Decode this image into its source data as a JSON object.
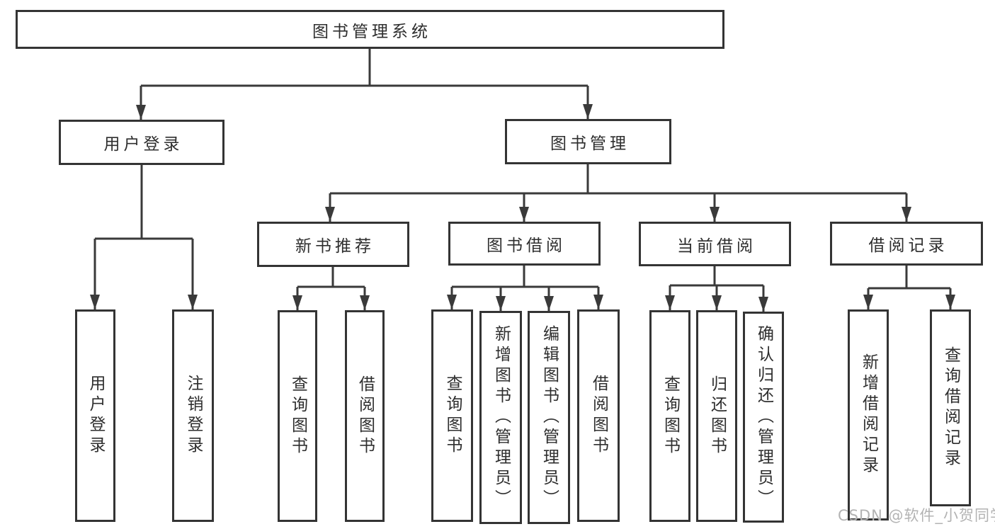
{
  "colors": {
    "background": "#ffffff",
    "line": "#3a3a3a",
    "box_border": "#343434",
    "text": "#2e2e2e",
    "watermark": "#b3b3b3"
  },
  "watermark": {
    "text": "CSDN @软件_小贺同学"
  },
  "tree": {
    "root": {
      "label": "图书管理系统"
    },
    "branches": [
      {
        "label": "用户登录",
        "children": [
          {
            "label": "用户登录"
          },
          {
            "label": "注销登录"
          }
        ]
      },
      {
        "label": "图书管理",
        "children": [
          {
            "label": "新书推荐",
            "children": [
              {
                "label": "查询图书"
              },
              {
                "label": "借阅图书"
              }
            ]
          },
          {
            "label": "图书借阅",
            "children": [
              {
                "label": "查询图书"
              },
              {
                "label": "新增图书（管理员）"
              },
              {
                "label": "编辑图书（管理员）"
              },
              {
                "label": "借阅图书"
              }
            ]
          },
          {
            "label": "当前借阅",
            "children": [
              {
                "label": "查询图书"
              },
              {
                "label": "归还图书"
              },
              {
                "label": "确认归还（管理员）"
              }
            ]
          },
          {
            "label": "借阅记录",
            "children": [
              {
                "label": "新增借阅记录"
              },
              {
                "label": "查询借阅记录"
              }
            ]
          }
        ]
      }
    ]
  }
}
